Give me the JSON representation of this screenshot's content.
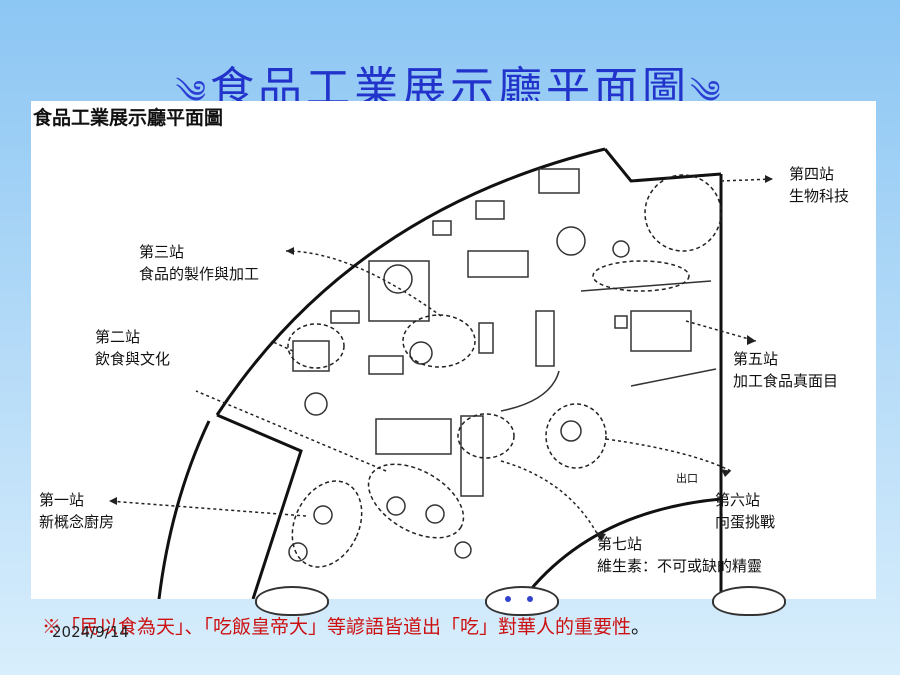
{
  "slide": {
    "title": "食品工業展示廳平面圖",
    "ornament_left": "༄",
    "ornament_right": "༄",
    "footer_text": "※「民以食為天」、「吃飯皇帝大」等諺語皆道出「吃」對華人的重要性",
    "footer_end": "。",
    "date": "2024/9/14"
  },
  "map": {
    "heading": "食品工業展示廳平面圖",
    "stations": [
      {
        "name": "第一站",
        "topic": "新概念廚房"
      },
      {
        "name": "第二站",
        "topic": "飲食與文化"
      },
      {
        "name": "第三站",
        "topic": "食品的製作與加工"
      },
      {
        "name": "第四站",
        "topic": "生物科技"
      },
      {
        "name": "第五站",
        "topic": "加工食品真面目"
      },
      {
        "name": "第六站",
        "topic": "向蛋挑戰"
      },
      {
        "name": "第七站",
        "topic": "維生素：不可或缺的精靈"
      }
    ],
    "exit_label": "出口"
  },
  "colors": {
    "title": "#2233cc",
    "footer": "#cc1111",
    "background_top": "#8cc6f3"
  }
}
